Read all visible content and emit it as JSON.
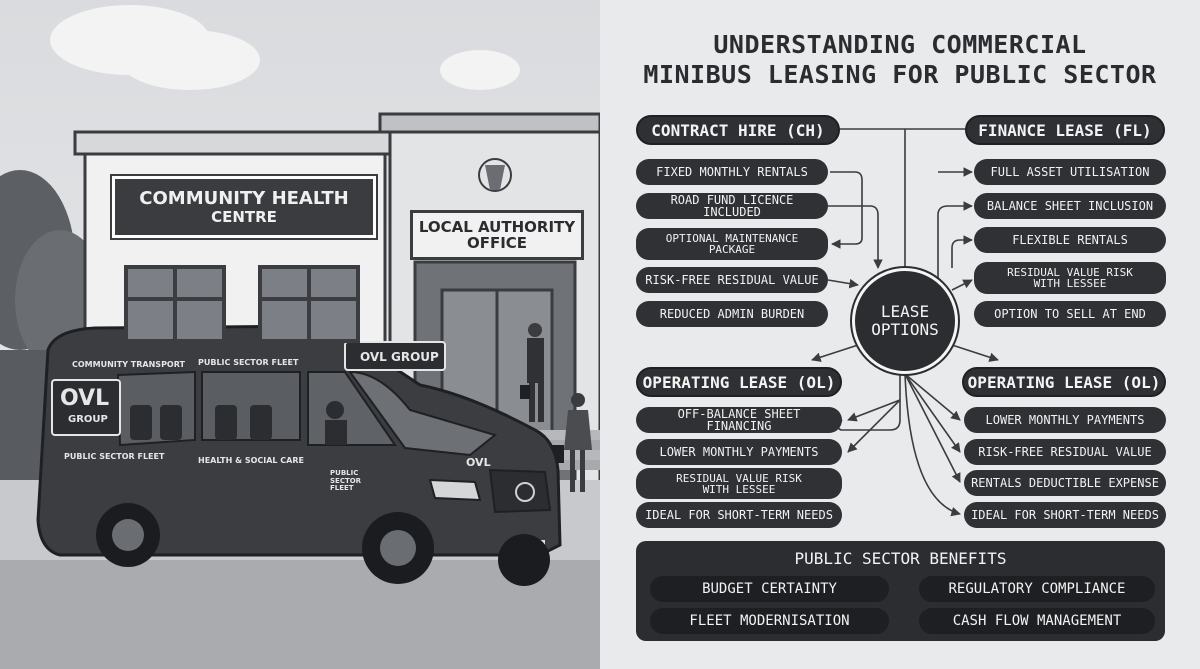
{
  "title": {
    "line1": "UNDERSTANDING COMMERCIAL",
    "line2": "MINIBUS LEASING FOR PUBLIC SECTOR"
  },
  "scene": {
    "sign_main_line1": "COMMUNITY HEALTH",
    "sign_main_line2": "CENTRE",
    "sign_office_line1": "LOCAL AUTHORITY",
    "sign_office_line2": "OFFICE",
    "bus_logo_big": "OVL",
    "bus_logo_small": "GROUP",
    "roof_sign": "OVL GROUP",
    "label_community": "COMMUNITY TRANSPORT",
    "label_public_top": "PUBLIC SECTOR FLEET",
    "label_public_bottom": "PUBLIC SECTOR FLEET",
    "label_health": "HEALTH & SOCIAL CARE",
    "hood_logo": "OVL",
    "door_text_line1": "PUBLIC",
    "door_text_line2": "SECTOR",
    "door_text_line3": "FLEET"
  },
  "center_node": {
    "line1": "LEASE",
    "line2": "OPTIONS"
  },
  "contract_hire": {
    "title": "CONTRACT HIRE (CH)",
    "items": [
      {
        "line1": "FIXED MONTHLY RENTALS",
        "line2": ""
      },
      {
        "line1": "ROAD FUND LICENCE INCLUDED",
        "line2": ""
      },
      {
        "line1": "OPTIONAL MAINTENANCE",
        "line2": "PACKAGE"
      },
      {
        "line1": "RISK-FREE RESIDUAL VALUE",
        "line2": ""
      },
      {
        "line1": "REDUCED ADMIN BURDEN",
        "line2": ""
      }
    ]
  },
  "finance_lease": {
    "title": "FINANCE LEASE (FL)",
    "items": [
      {
        "line1": "FULL ASSET UTILISATION",
        "line2": ""
      },
      {
        "line1": "BALANCE SHEET INCLUSION",
        "line2": ""
      },
      {
        "line1": "FLEXIBLE RENTALS",
        "line2": ""
      },
      {
        "line1": "RESIDUAL VALUE RISK",
        "line2": "WITH LESSEE"
      },
      {
        "line1": "OPTION TO SELL AT END",
        "line2": ""
      }
    ]
  },
  "operating_lease_left": {
    "title": "OPERATING LEASE (OL)",
    "items": [
      {
        "line1": "OFF-BALANCE SHEET FINANCING",
        "line2": ""
      },
      {
        "line1": "LOWER MONTHLY PAYMENTS",
        "line2": ""
      },
      {
        "line1": "RESIDUAL VALUE RISK",
        "line2": "WITH LESSEE"
      },
      {
        "line1": "IDEAL FOR SHORT-TERM NEEDS",
        "line2": ""
      }
    ]
  },
  "operating_lease_right": {
    "title": "OPERATING LEASE (OL)",
    "items": [
      {
        "line1": "LOWER MONTHLY PAYMENTS",
        "line2": ""
      },
      {
        "line1": "RISK-FREE RESIDUAL VALUE",
        "line2": ""
      },
      {
        "line1": "RENTALS DEDUCTIBLE EXPENSE",
        "line2": ""
      },
      {
        "line1": "IDEAL FOR SHORT-TERM NEEDS",
        "line2": ""
      }
    ]
  },
  "benefits": {
    "title": "PUBLIC SECTOR BENEFITS",
    "items": [
      "BUDGET CERTAINTY",
      "REGULATORY COMPLIANCE",
      "FLEET MODERNISATION",
      "CASH FLOW MANAGEMENT"
    ]
  },
  "colors": {
    "dark": "#2e3034",
    "background": "#e9eaec",
    "text_light": "#f3f3f3"
  }
}
